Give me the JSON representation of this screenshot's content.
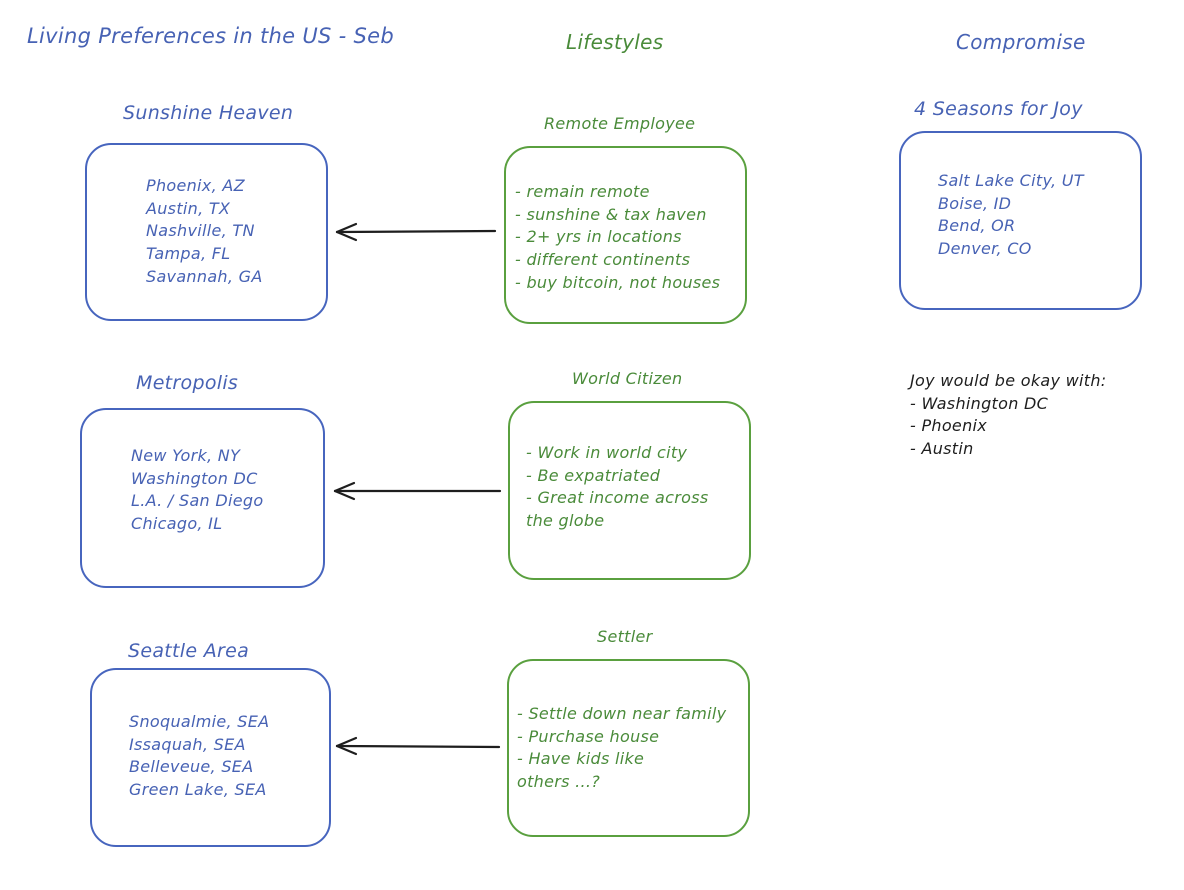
{
  "title": "Living Preferences in the US - Seb",
  "headers": {
    "lifestyles": "Lifestyles",
    "compromise": "Compromise"
  },
  "groups": [
    {
      "heading": "Sunshine Heaven",
      "cities": [
        "Phoenix, AZ",
        "Austin, TX",
        "Nashville, TN",
        "Tampa, FL",
        "Savannah, GA"
      ]
    },
    {
      "heading": "Metropolis",
      "cities": [
        "New York, NY",
        "Washington DC",
        "L.A. / San Diego",
        "Chicago, IL"
      ]
    },
    {
      "heading": "Seattle Area",
      "cities": [
        "Snoqualmie, SEA",
        "Issaquah, SEA",
        "Belleveue, SEA",
        "Green Lake, SEA"
      ]
    }
  ],
  "lifestyles": [
    {
      "heading": "Remote Employee",
      "points": [
        "- remain remote",
        "- sunshine & tax haven",
        "- 2+ yrs in locations",
        "- different continents",
        "- buy bitcoin, not houses"
      ]
    },
    {
      "heading": "World Citizen",
      "points": [
        "- Work in world city",
        "- Be expatriated",
        "- Great income across",
        "the globe"
      ]
    },
    {
      "heading": "Settler",
      "points": [
        "- Settle down near family",
        "- Purchase house",
        "- Have kids like",
        "others ...?"
      ]
    }
  ],
  "compromise": {
    "heading": "4 Seasons for Joy",
    "cities": [
      "Salt Lake City, UT",
      "Boise, ID",
      "Bend, OR",
      "Denver, CO"
    ],
    "note_title": "Joy would be okay with:",
    "note_items": [
      "- Washington DC",
      "- Phoenix",
      "- Austin"
    ]
  },
  "colors": {
    "blue": "#4765be",
    "green": "#5aa03f",
    "ink": "#1e1e1e",
    "background": "#ffffff"
  }
}
